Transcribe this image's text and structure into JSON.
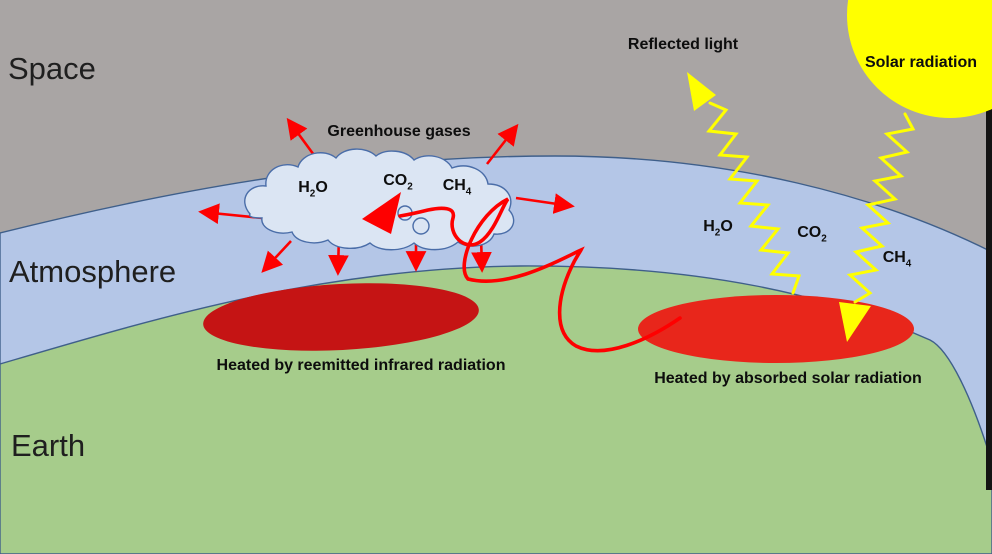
{
  "regions": {
    "space": "Space",
    "atmosphere": "Atmosphere",
    "earth": "Earth"
  },
  "annotations": {
    "greenhouse_gases": "Greenhouse gases",
    "reflected_light": "Reflected light",
    "solar_radiation": "Solar radiation",
    "heated_infrared": "Heated by reemitted infrared radiation",
    "heated_solar": "Heated by absorbed solar radiation"
  },
  "gases": {
    "h2o": {
      "pre": "H",
      "sub": "2",
      "post": "O"
    },
    "co2": {
      "pre": "CO",
      "sub": "2",
      "post": ""
    },
    "ch4": {
      "pre": "CH",
      "sub": "4",
      "post": ""
    }
  },
  "colors": {
    "space_bg": "#a9a5a4",
    "atmosphere": "#b4c6e7",
    "earth": "#a6cc8b",
    "outline": "#3f5f8a",
    "cloud_fill": "#dbe5f3",
    "cloud_outline": "#4a6da8",
    "sun": "#ffff00",
    "ray": "#ffff00",
    "infrared": "#fe0000",
    "hot_spot_left": "#c51414",
    "hot_spot_right": "#e8261b",
    "edge_bar": "#141414",
    "text_dark": "#0d0d0d",
    "text_region": "#1f1f1f"
  }
}
